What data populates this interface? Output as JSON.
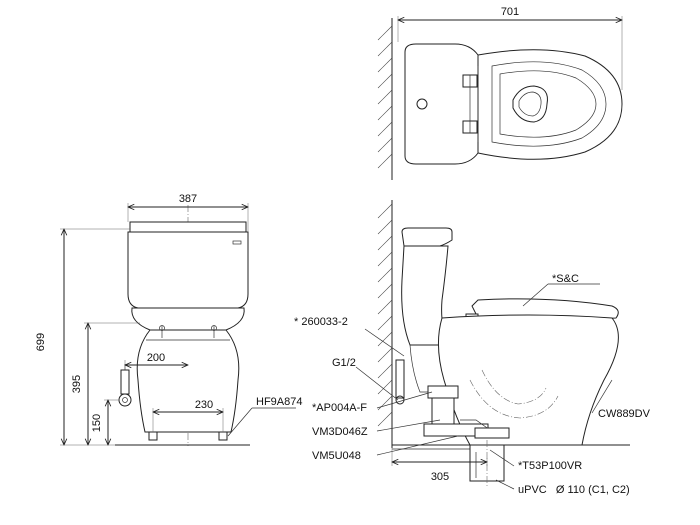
{
  "dimensions": {
    "top_width": "701",
    "front_width": "387",
    "front_height": "699",
    "inlet_height": "395",
    "outlet_height": "150",
    "inlet_offset": "200",
    "bolt_spacing": "230",
    "rough_in": "305"
  },
  "parts": {
    "seat": "*S&C",
    "bowl": "CW889DV",
    "angle_valve": "* 260033-2",
    "thread": "G1/2",
    "fill_part": "*AP004A-F",
    "part_vm3": "VM3D046Z",
    "part_vm5": "VM5U048",
    "flange": "*T53P100VR",
    "pipe": "uPVC   Ø 110 (C1, C2)",
    "front_fitting": "HF9A874"
  }
}
